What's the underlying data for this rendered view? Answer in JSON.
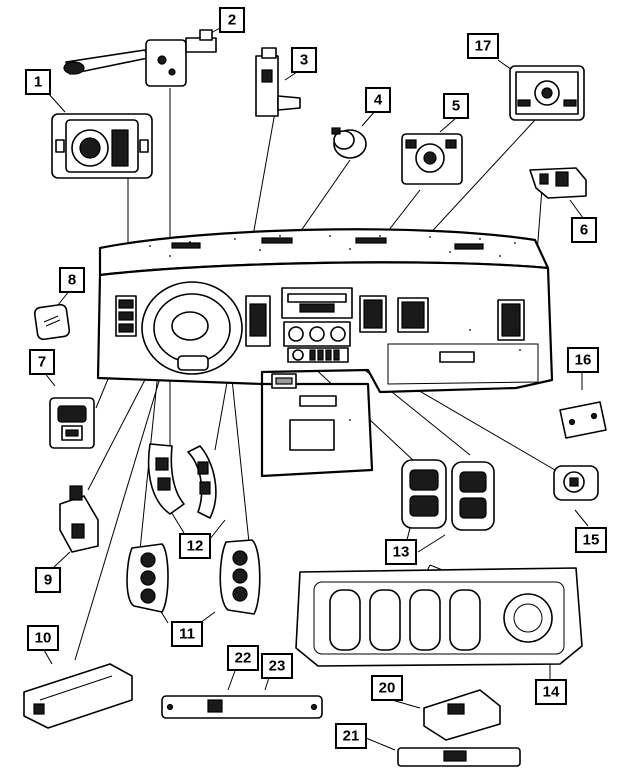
{
  "diagram": {
    "callouts": [
      {
        "id": "callout-1",
        "label": "1"
      },
      {
        "id": "callout-2",
        "label": "2"
      },
      {
        "id": "callout-3",
        "label": "3"
      },
      {
        "id": "callout-4",
        "label": "4"
      },
      {
        "id": "callout-5",
        "label": "5"
      },
      {
        "id": "callout-6",
        "label": "6"
      },
      {
        "id": "callout-7",
        "label": "7"
      },
      {
        "id": "callout-8",
        "label": "8"
      },
      {
        "id": "callout-9",
        "label": "9"
      },
      {
        "id": "callout-10",
        "label": "10"
      },
      {
        "id": "callout-11",
        "label": "11"
      },
      {
        "id": "callout-12",
        "label": "12"
      },
      {
        "id": "callout-13",
        "label": "13"
      },
      {
        "id": "callout-14",
        "label": "14"
      },
      {
        "id": "callout-15",
        "label": "15"
      },
      {
        "id": "callout-16",
        "label": "16"
      },
      {
        "id": "callout-17",
        "label": "17"
      },
      {
        "id": "callout-20",
        "label": "20"
      },
      {
        "id": "callout-21",
        "label": "21"
      },
      {
        "id": "callout-22",
        "label": "22"
      },
      {
        "id": "callout-23",
        "label": "23"
      }
    ]
  },
  "colors": {
    "line": "#000000",
    "fill": "#ffffff",
    "dark": "#1a1a1a",
    "grey": "#9a9a9a"
  }
}
